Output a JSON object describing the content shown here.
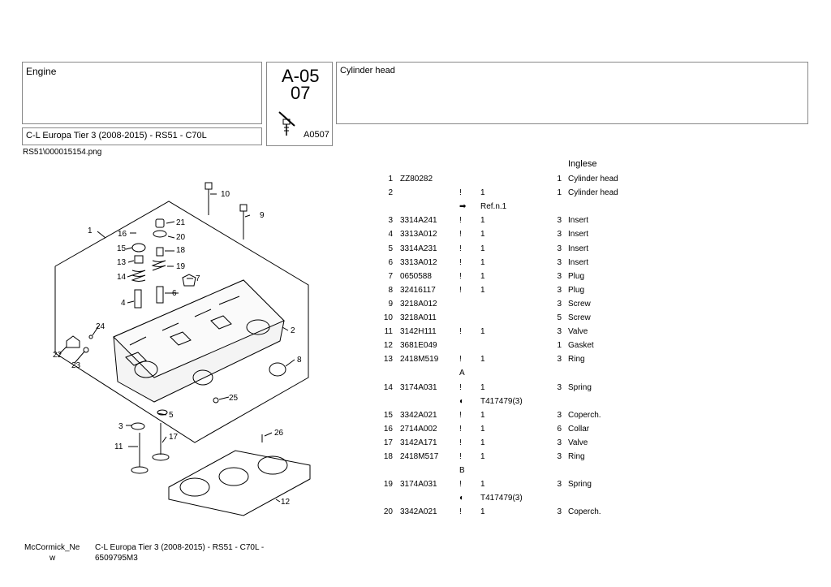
{
  "header": {
    "section": "Engine",
    "model_line": "C-L Europa Tier 3 (2008-2015) - RS51 - C70L",
    "code_line1": "A-05",
    "code_line2": "07",
    "code_small": "A0507",
    "title": "Cylinder head"
  },
  "image_filename": "RS51\\000015154.png",
  "table": {
    "language_header": "Inglese",
    "rows": [
      {
        "no": "1",
        "code": "ZZ80282",
        "note": "",
        "ref": "",
        "qty": "1",
        "desc": "Cylinder head"
      },
      {
        "no": "2",
        "code": "",
        "note": "!",
        "ref": "1",
        "qty": "1",
        "desc": "Cylinder head"
      },
      {
        "no": "",
        "code": "",
        "note": "➡",
        "ref": "Ref.n.1",
        "qty": "",
        "desc": ""
      },
      {
        "no": "3",
        "code": "3314A241",
        "note": "!",
        "ref": "1",
        "qty": "3",
        "desc": "Insert"
      },
      {
        "no": "4",
        "code": "3313A012",
        "note": "!",
        "ref": "1",
        "qty": "3",
        "desc": "Insert"
      },
      {
        "no": "5",
        "code": "3314A231",
        "note": "!",
        "ref": "1",
        "qty": "3",
        "desc": "Insert"
      },
      {
        "no": "6",
        "code": "3313A012",
        "note": "!",
        "ref": "1",
        "qty": "3",
        "desc": "Insert"
      },
      {
        "no": "7",
        "code": "0650588",
        "note": "!",
        "ref": "1",
        "qty": "3",
        "desc": "Plug"
      },
      {
        "no": "8",
        "code": "32416117",
        "note": "!",
        "ref": "1",
        "qty": "3",
        "desc": "Plug"
      },
      {
        "no": "9",
        "code": "3218A012",
        "note": "",
        "ref": "",
        "qty": "3",
        "desc": "Screw"
      },
      {
        "no": "10",
        "code": "3218A011",
        "note": "",
        "ref": "",
        "qty": "5",
        "desc": "Screw"
      },
      {
        "no": "11",
        "code": "3142H111",
        "note": "!",
        "ref": "1",
        "qty": "3",
        "desc": "Valve"
      },
      {
        "no": "12",
        "code": "3681E049",
        "note": "",
        "ref": "",
        "qty": "1",
        "desc": "Gasket"
      },
      {
        "no": "13",
        "code": "2418M519",
        "note": "!",
        "ref": "1",
        "qty": "3",
        "desc": "Ring"
      },
      {
        "no": "",
        "code": "",
        "note": "A",
        "ref": "",
        "qty": "",
        "desc": ""
      },
      {
        "no": "14",
        "code": "3174A031",
        "note": "!",
        "ref": "1",
        "qty": "3",
        "desc": "Spring"
      },
      {
        "no": "",
        "code": "",
        "note": "◐",
        "ref": "T417479(3)",
        "qty": "",
        "desc": ""
      },
      {
        "no": "15",
        "code": "3342A021",
        "note": "!",
        "ref": "1",
        "qty": "3",
        "desc": "Coperch."
      },
      {
        "no": "16",
        "code": "2714A002",
        "note": "!",
        "ref": "1",
        "qty": "6",
        "desc": "Collar"
      },
      {
        "no": "17",
        "code": "3142A171",
        "note": "!",
        "ref": "1",
        "qty": "3",
        "desc": "Valve"
      },
      {
        "no": "18",
        "code": "2418M517",
        "note": "!",
        "ref": "1",
        "qty": "3",
        "desc": "Ring"
      },
      {
        "no": "",
        "code": "",
        "note": "B",
        "ref": "",
        "qty": "",
        "desc": ""
      },
      {
        "no": "19",
        "code": "3174A031",
        "note": "!",
        "ref": "1",
        "qty": "3",
        "desc": "Spring"
      },
      {
        "no": "",
        "code": "",
        "note": "◐",
        "ref": "T417479(3)",
        "qty": "",
        "desc": ""
      },
      {
        "no": "20",
        "code": "3342A021",
        "note": "!",
        "ref": "1",
        "qty": "3",
        "desc": "Coperch."
      }
    ]
  },
  "diagram_callouts": [
    "1",
    "2",
    "3",
    "4",
    "5",
    "6",
    "7",
    "8",
    "9",
    "10",
    "11",
    "12",
    "13",
    "14",
    "15",
    "16",
    "17",
    "18",
    "19",
    "20",
    "21",
    "22",
    "23",
    "24",
    "25",
    "26"
  ],
  "footer": {
    "brand_line1": "McCormick_Ne",
    "brand_line2": "w",
    "doc_line1": "C-L Europa Tier 3 (2008-2015) - RS51 - C70L -",
    "doc_line2": "6509795M3"
  }
}
